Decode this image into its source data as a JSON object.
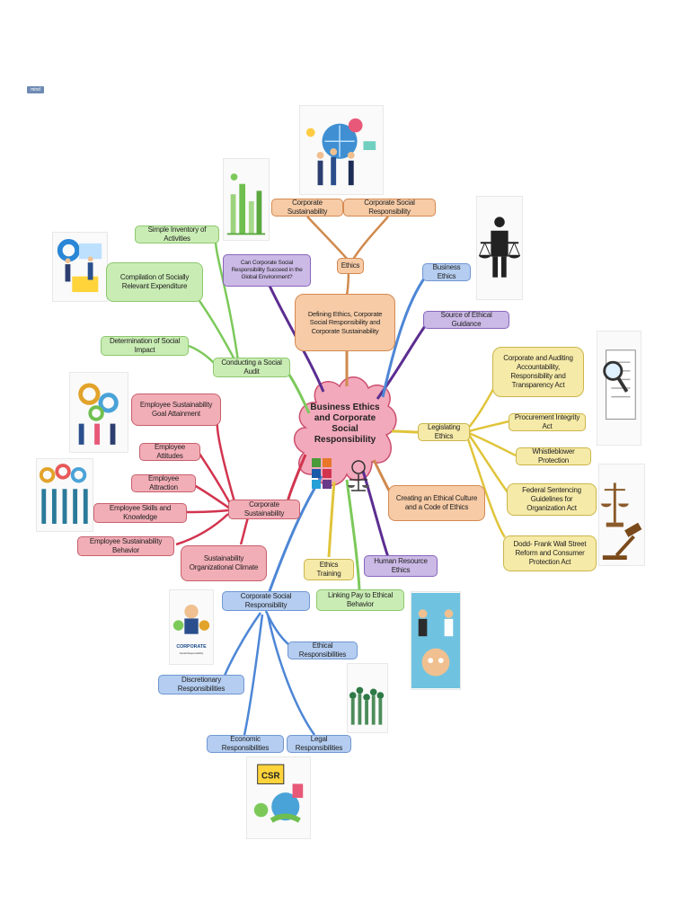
{
  "header": {
    "logo_text": "mind"
  },
  "center": {
    "label": "Business Ethics and Corporate Social Responsibility"
  },
  "nodes": {
    "ethics": "Ethics",
    "corporate_sustainability_top": "Corporate Sustainability",
    "csr_top": "Corporate Social Responsibility",
    "defining": "Defining Ethics, Corporate Social Responsibility and Corporate Sustainability",
    "can_csr": "Can Corporate Social Responsibility Succeed in the Global Environment?",
    "business_ethics": "Business Ethics",
    "source_guidance": "Source of Ethical Guidance",
    "legislating": "Legislating Ethics",
    "corporate_auditing": "Corporate and Auditing Accountability, Responsibility and Transparency Act",
    "procurement": "Procurement Integrity Act",
    "whistleblower": "Whistleblower Protection",
    "federal_sentencing": "Federal Sentencing Guidelines for Organization Act",
    "dodd_frank": "Dodd- Frank Wall Street Reform and Consumer Protection Act",
    "ethical_culture": "Creating an Ethical Culture and a Code of Ethics",
    "hr_ethics": "Human Resource Ethics",
    "linking_pay": "Linking Pay to Ethical Behavior",
    "ethics_training": "Ethics Training",
    "social_audit": "Conducting a Social Audit",
    "simple_inventory": "Simple Inventory of Activities",
    "compilation": "Compilation of Socially Relevant Expenditure",
    "determination": "Determination of Social Impact",
    "corp_sustainability": "Corporate Sustainability",
    "goal_attainment": "Employee Sustainability Goal Attainment",
    "attitudes": "Employee Attitudes",
    "attraction": "Employee Attraction",
    "skills": "Employee Skills and Knowledge",
    "behavior": "Employee Sustainability Behavior",
    "org_climate": "Sustainability Organizational Climate",
    "csr_main": "Corporate Social Responsibility",
    "ethical_resp": "Ethical Responsibilities",
    "discretionary": "Discretionary Responsibilities",
    "economic": "Economic Responsibilities",
    "legal": "Legal Responsibilities"
  },
  "image_labels": {
    "csr_card_title": "CORPORATE",
    "csr_card_sub": "Social Responsibility",
    "csr_badge": "CSR"
  },
  "colors": {
    "green": "#7cc95a",
    "orange": "#d08a4e",
    "blue": "#4d86d6",
    "purple": "#5b2d91",
    "yellow": "#e0c43a",
    "red": "#d2344e",
    "center_fill": "#f2a9bc"
  }
}
